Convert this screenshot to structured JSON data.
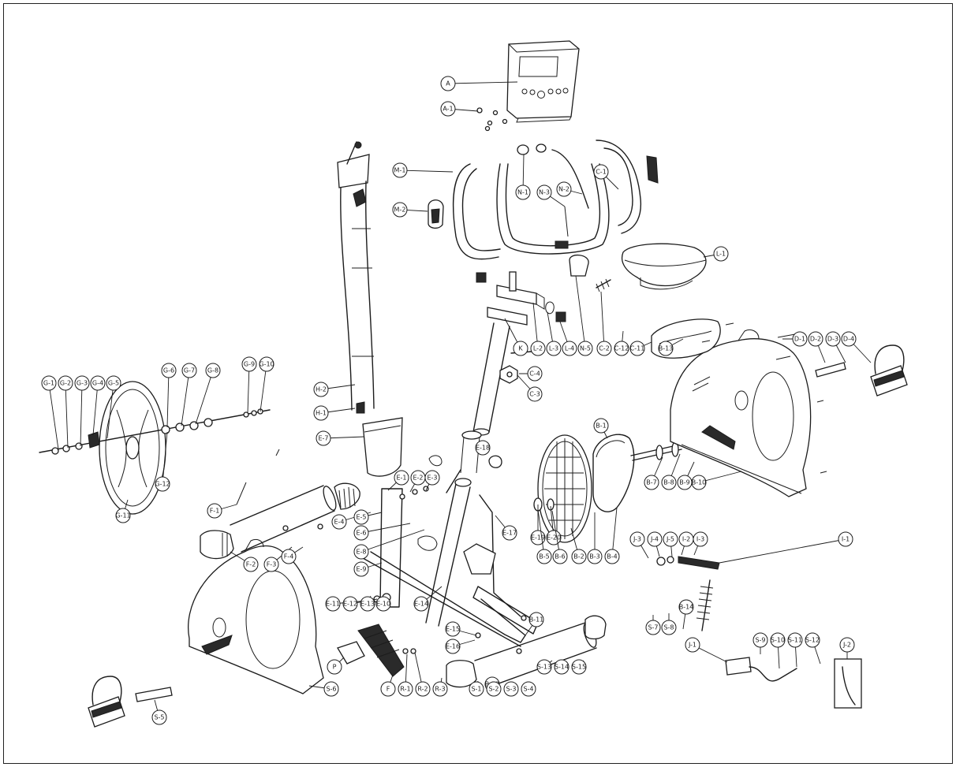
{
  "diagram": {
    "type": "exploded-parts-diagram",
    "border": true,
    "line_color": "#1c1c1c",
    "parts": [
      {
        "key": "console",
        "icon": "console-icon"
      },
      {
        "key": "handlebar",
        "icon": "handlebar-icon"
      },
      {
        "key": "seat",
        "icon": "seat-icon"
      },
      {
        "key": "seat-post",
        "icon": "seat-post-icon"
      },
      {
        "key": "main-frame",
        "icon": "frame-icon"
      },
      {
        "key": "front-stabilizer",
        "icon": "stabilizer-icon"
      },
      {
        "key": "rear-stabilizer",
        "icon": "stabilizer-icon"
      },
      {
        "key": "flywheel",
        "icon": "flywheel-icon"
      },
      {
        "key": "belt-wheel",
        "icon": "pulley-icon"
      },
      {
        "key": "drive-belt",
        "icon": "belt-icon"
      },
      {
        "key": "crank",
        "icon": "crank-icon"
      },
      {
        "key": "left-cover",
        "icon": "cover-icon"
      },
      {
        "key": "right-cover",
        "icon": "cover-icon"
      },
      {
        "key": "left-pedal",
        "icon": "pedal-icon"
      },
      {
        "key": "right-pedal",
        "icon": "pedal-icon"
      },
      {
        "key": "upright-tube",
        "icon": "tube-icon"
      },
      {
        "key": "adapter",
        "icon": "adapter-icon"
      },
      {
        "key": "tension-spring",
        "icon": "spring-icon"
      }
    ],
    "callouts": [
      {
        "label": "A"
      },
      {
        "label": "A-1"
      },
      {
        "label": "M-1"
      },
      {
        "label": "M-2"
      },
      {
        "label": "N-1"
      },
      {
        "label": "N-3"
      },
      {
        "label": "N-2"
      },
      {
        "label": "L-1"
      },
      {
        "label": "C-1"
      },
      {
        "label": "K"
      },
      {
        "label": "L-2"
      },
      {
        "label": "L-3"
      },
      {
        "label": "L-4"
      },
      {
        "label": "N-5"
      },
      {
        "label": "C-2"
      },
      {
        "label": "C-12"
      },
      {
        "label": "C-11"
      },
      {
        "label": "D-1"
      },
      {
        "label": "D-2"
      },
      {
        "label": "D-3"
      },
      {
        "label": "D-4"
      },
      {
        "label": "C-4"
      },
      {
        "label": "C-3"
      },
      {
        "label": "H-2"
      },
      {
        "label": "H-1"
      },
      {
        "label": "E-7"
      },
      {
        "label": "E-1"
      },
      {
        "label": "E-2"
      },
      {
        "label": "E-3"
      },
      {
        "label": "E-4"
      },
      {
        "label": "E-5"
      },
      {
        "label": "E-6"
      },
      {
        "label": "E-8"
      },
      {
        "label": "E-9"
      },
      {
        "label": "E-10"
      },
      {
        "label": "E-11"
      },
      {
        "label": "E-12"
      },
      {
        "label": "E-13"
      },
      {
        "label": "E-14"
      },
      {
        "label": "E-15"
      },
      {
        "label": "E-16"
      },
      {
        "label": "E-17"
      },
      {
        "label": "E-18"
      },
      {
        "label": "E-19"
      },
      {
        "label": "E-20"
      },
      {
        "label": "J-1"
      },
      {
        "label": "J-2"
      },
      {
        "label": "J-3"
      },
      {
        "label": "J-4"
      },
      {
        "label": "J-5"
      },
      {
        "label": "I-1"
      },
      {
        "label": "I-2"
      },
      {
        "label": "I-3"
      },
      {
        "label": "G-1"
      },
      {
        "label": "G-2"
      },
      {
        "label": "G-3"
      },
      {
        "label": "G-4"
      },
      {
        "label": "G-5"
      },
      {
        "label": "G-6"
      },
      {
        "label": "G-7"
      },
      {
        "label": "G-8"
      },
      {
        "label": "G-9"
      },
      {
        "label": "G-10"
      },
      {
        "label": "G-11"
      },
      {
        "label": "G-12"
      },
      {
        "label": "F-1"
      },
      {
        "label": "F-2"
      },
      {
        "label": "F-3"
      },
      {
        "label": "F-4"
      },
      {
        "label": "B-1"
      },
      {
        "label": "B-2"
      },
      {
        "label": "B-3"
      },
      {
        "label": "B-4"
      },
      {
        "label": "B-5"
      },
      {
        "label": "B-6"
      },
      {
        "label": "B-7"
      },
      {
        "label": "B-8"
      },
      {
        "label": "B-9"
      },
      {
        "label": "B-10"
      },
      {
        "label": "B-11"
      },
      {
        "label": "B-12"
      },
      {
        "label": "B-13"
      },
      {
        "label": "B-14"
      },
      {
        "label": "P"
      },
      {
        "label": "F"
      },
      {
        "label": "R-1"
      },
      {
        "label": "R-2"
      },
      {
        "label": "R-3"
      },
      {
        "label": "S-1"
      },
      {
        "label": "S-2"
      },
      {
        "label": "S-3"
      },
      {
        "label": "S-4"
      },
      {
        "label": "S-5"
      },
      {
        "label": "S-6"
      },
      {
        "label": "S-7"
      },
      {
        "label": "S-8"
      },
      {
        "label": "S-9"
      },
      {
        "label": "S-10"
      },
      {
        "label": "S-11"
      },
      {
        "label": "S-12"
      },
      {
        "label": "S-13"
      },
      {
        "label": "S-14"
      },
      {
        "label": "S-15"
      }
    ]
  }
}
